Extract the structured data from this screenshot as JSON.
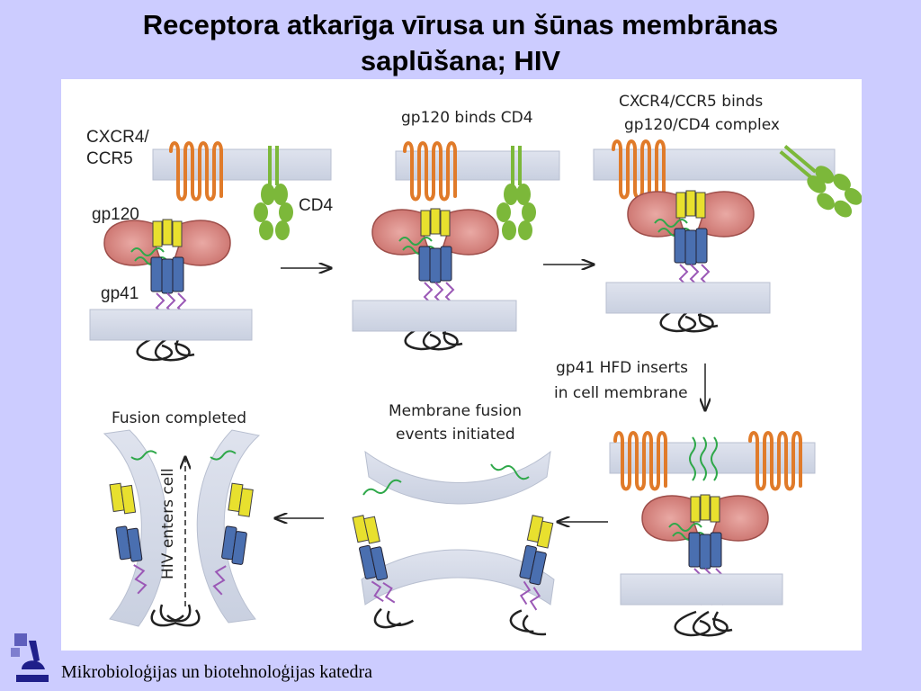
{
  "title": {
    "line1": "Receptora atkarīga vīrusa un šūnas membrānas",
    "line2": "saplūšana; HIV"
  },
  "diagram": {
    "label_cxcr4": "CXCR4/",
    "label_ccr5": "CCR5",
    "label_cd4": "CD4",
    "label_gp120": "gp120",
    "label_gp41": "gp41",
    "step2_label": "gp120 binds CD4",
    "step3_label_line1": "CXCR4/CCR5 binds",
    "step3_label_line2": "gp120/CD4 complex",
    "step4_label_line1": "gp41 HFD inserts",
    "step4_label_line2": "in cell membrane",
    "step5_label_line1": "Membrane fusion",
    "step5_label_line2": "events initiated",
    "step6_label": "Fusion completed",
    "enters_label": "HIV enters cell"
  },
  "footer": {
    "department": "Mikrobioloģijas un biotehnoloģijas katedra"
  },
  "colors": {
    "background": "#ccccff",
    "coreceptor": "#e07b2a",
    "cd4": "#7cb83a",
    "gp120": "#d98b86",
    "gp41": "#4a6fb0",
    "hfd": "#e8e02e",
    "loop": "#2fa84a",
    "transmembrane": "#9b59b6"
  }
}
